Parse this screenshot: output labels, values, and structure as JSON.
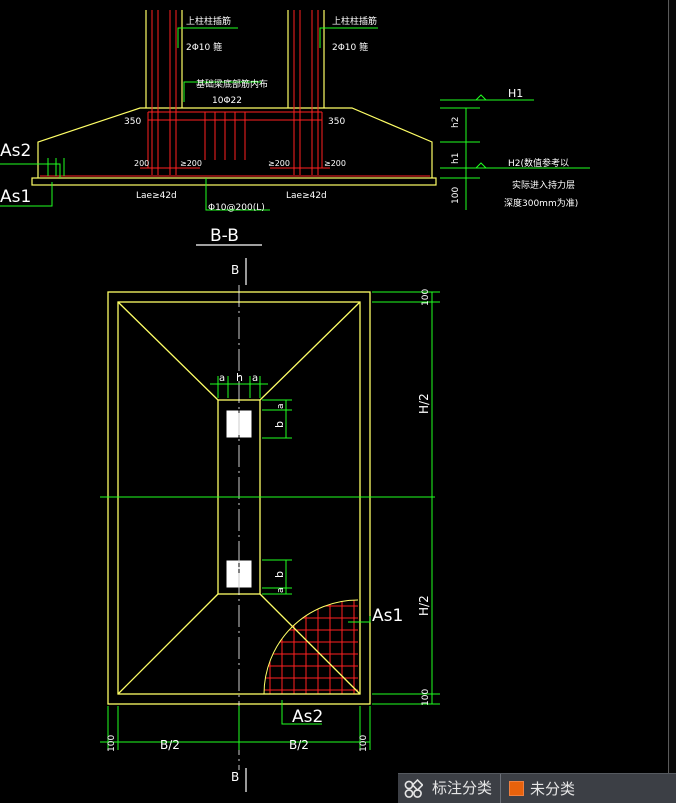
{
  "section": {
    "title": "B-B",
    "cut_label_top": "B",
    "cut_label_bottom": "B"
  },
  "elevation_labels": {
    "upper_col_bar_left": "上柱柱插筋",
    "upper_col_bar_right": "上柱柱插筋",
    "stirrup_left": "2Φ10  箍",
    "stirrup_right": "2Φ10  箍",
    "beam_note": "基础梁底部筋内布",
    "beam_bars": "10Φ22",
    "dim_350_left": "350",
    "dim_350_right": "350",
    "d200_1": "200",
    "d200_2": "≥200",
    "d200_3": "≥200",
    "d200_4": "≥200",
    "lae_left": "Lae≥42d",
    "lae_right": "Lae≥42d",
    "bottom_bars": "Φ10@200(L)",
    "as2": "As2",
    "as1": "As1",
    "h1": "H1",
    "h2_note": "H2(数值参考以",
    "h2_note2": "实际进入持力层",
    "h2_note3": "深度300mm为准)",
    "dim_h2": "h2",
    "dim_h1": "h1",
    "dim_100": "100"
  },
  "plan_labels": {
    "a_left": "a",
    "h_mid": "h",
    "a_right": "a",
    "b_top": "b",
    "a_top": "a",
    "b_bot": "b",
    "a_bot": "a",
    "as1": "As1",
    "as2": "As2",
    "dim_h_half_top": "H/2",
    "dim_h_half_bot": "H/2",
    "dim_100_top": "100",
    "dim_100_bot": "100",
    "dim_100_left": "100",
    "dim_b_half_left": "B/2",
    "dim_b_half_right": "B/2",
    "dim_100_right": "100"
  },
  "statusbar": {
    "icon": "grid-icon",
    "label": "标注分类",
    "category": "未分类",
    "swatch_color": "#e8620c"
  },
  "colors": {
    "background": "#000000",
    "outline": "#ffff66",
    "rebar": "#ff2020",
    "dimension": "#20ff20",
    "text": "#ffffff"
  }
}
